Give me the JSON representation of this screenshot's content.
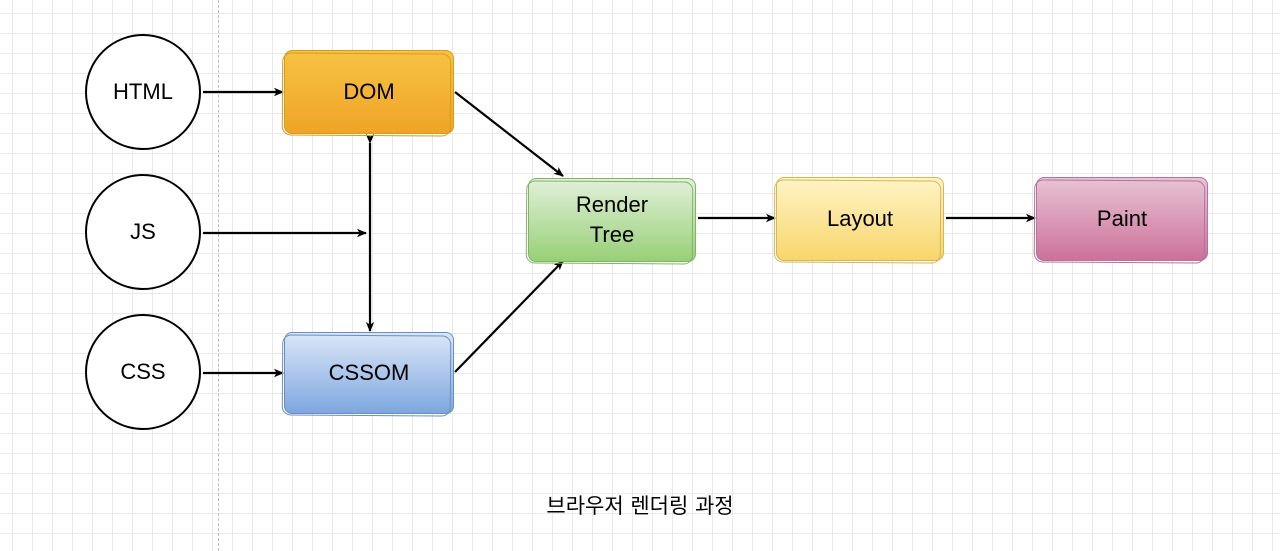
{
  "diagram": {
    "inputs": {
      "html": "HTML",
      "js": "JS",
      "css": "CSS"
    },
    "nodes": {
      "dom": "DOM",
      "cssom": "CSSOM",
      "render_tree_line1": "Render",
      "render_tree_line2": "Tree",
      "layout": "Layout",
      "paint": "Paint"
    },
    "caption": "브라우저 렌더링 과정",
    "colors": {
      "dom": "#f0a830",
      "cssom": "#7ea6e0",
      "render_tree": "#97d077",
      "layout": "#ffd966",
      "paint": "#cd7199",
      "stroke": "#000000"
    },
    "edges": [
      {
        "from": "HTML",
        "to": "DOM"
      },
      {
        "from": "JS",
        "to": "DOM-CSSOM link"
      },
      {
        "from": "CSS",
        "to": "CSSOM"
      },
      {
        "from": "DOM",
        "to": "CSSOM",
        "bidirectional": true
      },
      {
        "from": "DOM",
        "to": "Render Tree"
      },
      {
        "from": "CSSOM",
        "to": "Render Tree"
      },
      {
        "from": "Render Tree",
        "to": "Layout"
      },
      {
        "from": "Layout",
        "to": "Paint"
      }
    ]
  }
}
